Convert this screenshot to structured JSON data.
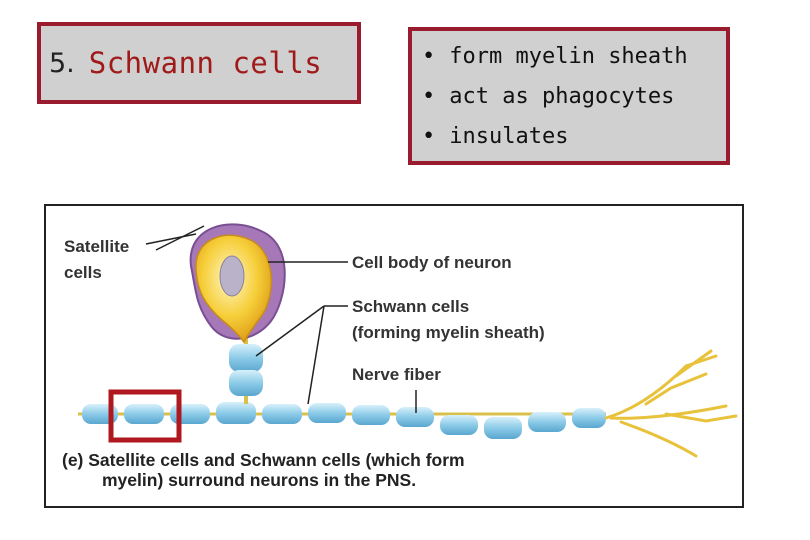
{
  "slide": {
    "title_number": "5.",
    "title_text": "Schwann cells",
    "bullets": [
      "form myelin sheath",
      "act as phagocytes",
      "insulates"
    ],
    "bullet_glyph": "•"
  },
  "figure": {
    "labels": {
      "satellite_1": "Satellite",
      "satellite_2": "cells",
      "cell_body": "Cell body of neuron",
      "schwann_1": "Schwann cells",
      "schwann_2": "(forming myelin sheath)",
      "nerve_fiber": "Nerve fiber"
    },
    "caption_line1": "(e) Satellite cells and Schwann cells (which form",
    "caption_line2": "myelin) surround neurons in the PNS."
  },
  "colors": {
    "frame_red": "#9a1b2e",
    "title_red": "#a01a1a",
    "box_gray": "#d0d0d0",
    "myelin_blue": "#8ccbe8",
    "cell_body_yellow": "#f6cf3a",
    "satellite_purple": "#a678b8",
    "highlight_red": "#b01820"
  }
}
